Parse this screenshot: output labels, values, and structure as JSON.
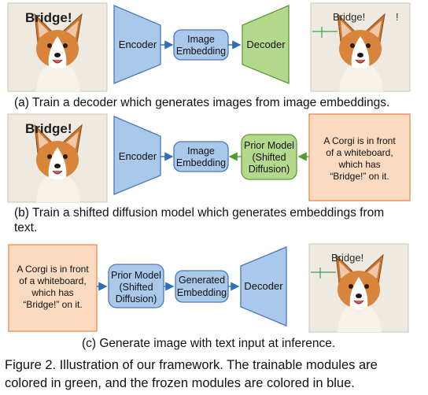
{
  "panel_a": {
    "encoder_label": "Encoder",
    "embedding_label_1": "Image",
    "embedding_label_2": "Embedding",
    "decoder_label": "Decoder",
    "whiteboard_input_text": "Bridge!",
    "whiteboard_output_text": "Bridge!",
    "whiteboard_output_mark": "!",
    "caption": "(a) Train a decoder which generates images from image embeddings."
  },
  "panel_b": {
    "encoder_label": "Encoder",
    "embedding_label_1": "Image",
    "embedding_label_2": "Embedding",
    "prior_label_1": "Prior Model",
    "prior_label_2": "(Shifted",
    "prior_label_3": "Diffusion)",
    "text_line_1": "A Corgi is in front",
    "text_line_2": "of a whiteboard,",
    "text_line_3": "which has",
    "text_line_4": "“Bridge!” on it.",
    "whiteboard_input_text": "Bridge!",
    "caption_line_1": "(b) Train a shifted diffusion model which generates embeddings from",
    "caption_line_2": "text."
  },
  "panel_c": {
    "text_line_1": "A Corgi is in front",
    "text_line_2": "of a whiteboard,",
    "text_line_3": "which has",
    "text_line_4": "“Bridge!” on it.",
    "prior_label_1": "Prior Model",
    "prior_label_2": "(Shifted",
    "prior_label_3": "Diffusion)",
    "embedding_label_1": "Generated",
    "embedding_label_2": "Embedding",
    "decoder_label": "Decoder",
    "whiteboard_output_text": "Bridge!",
    "caption": "(c) Generate image with text input at inference."
  },
  "figure_caption_line_1": "Figure 2. Illustration of our framework. The trainable modules are",
  "figure_caption_line_2": "colored in green, and the frozen modules are colored in blue.",
  "colors": {
    "frozen_fill": "#a9c8ea",
    "frozen_stroke": "#4a78b8",
    "trainable_fill": "#b4d98c",
    "trainable_stroke": "#5f9a3a",
    "text_box_fill": "#fbdac2",
    "text_box_stroke": "#ec8a4c",
    "arrow": "#2f6fb8",
    "arrow_green": "#4d9b33"
  }
}
